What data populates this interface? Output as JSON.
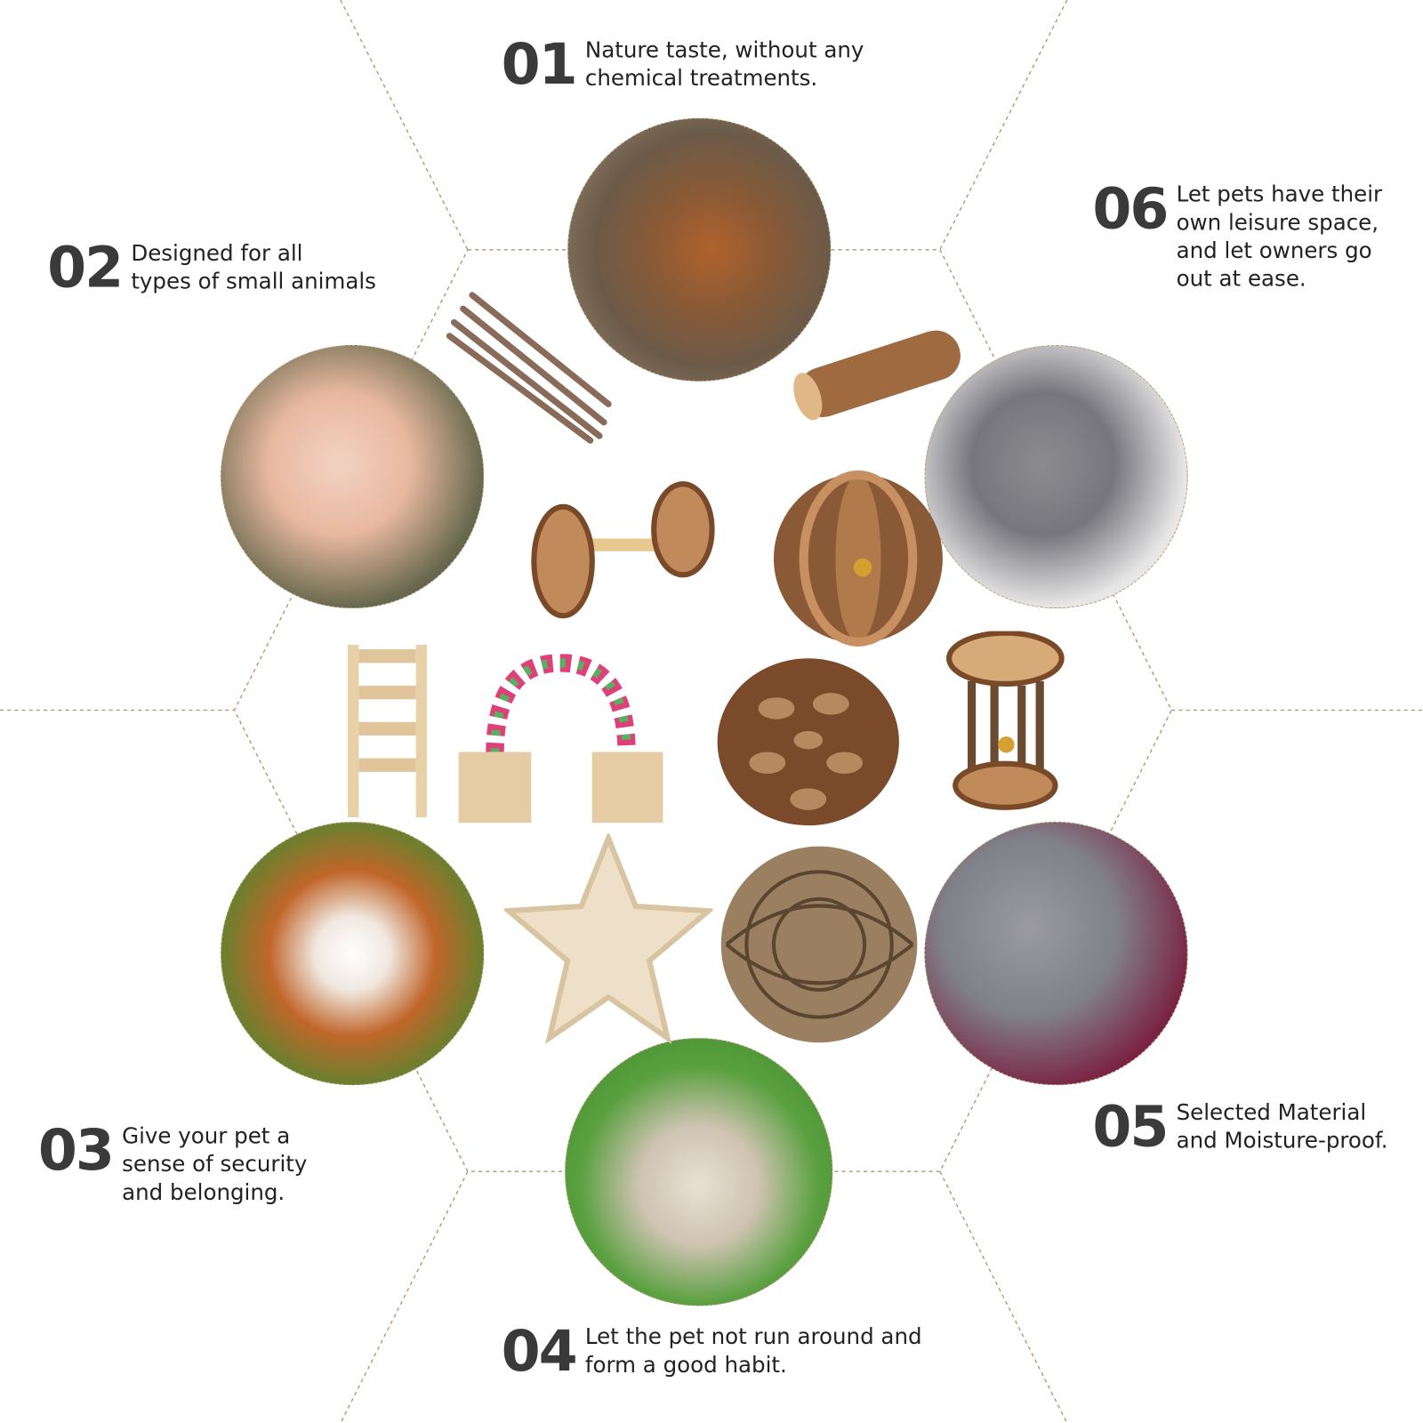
{
  "features": [
    {
      "number": "01",
      "text": "Nature taste, without any\nchemical treatments."
    },
    {
      "number": "02",
      "text": "Designed for all\ntypes of small animals"
    },
    {
      "number": "03",
      "text": "Give your pet a\nsense of security\nand belonging."
    },
    {
      "number": "04",
      "text": "Let the pet not run around and\nform a good habit."
    },
    {
      "number": "05",
      "text": "Selected Material\nand Moisture-proof."
    },
    {
      "number": "06",
      "text": "Let pets have their\nown leisure space,\nand let owners go\nout at ease."
    }
  ],
  "colors": {
    "grid_line": "#b09070",
    "number": "#3a3a3a",
    "wood": "#b07a4a",
    "bark": "#7a4a28"
  }
}
